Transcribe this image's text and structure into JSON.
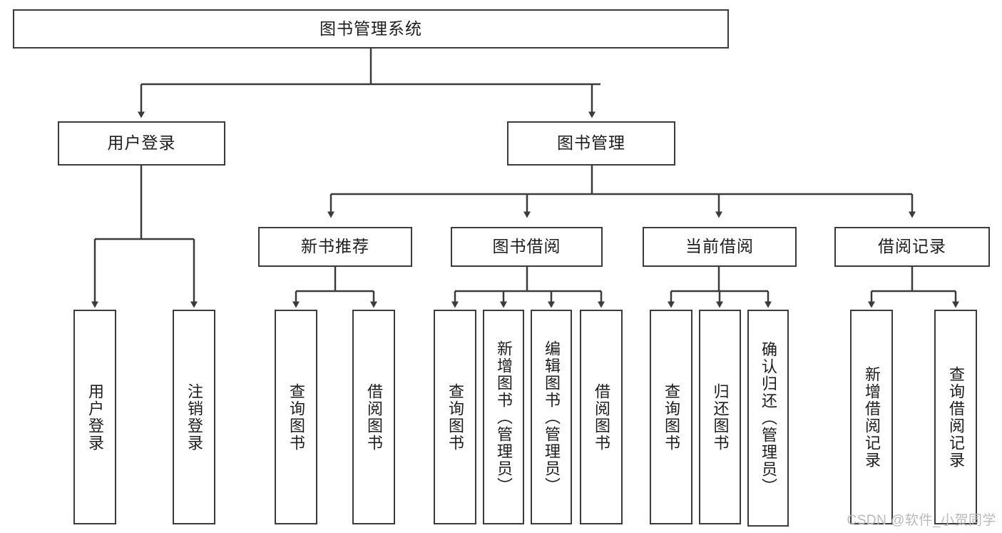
{
  "diagram": {
    "title": "图书管理系统",
    "type": "hierarchy-tree",
    "watermark": "CSDN @软件_小贺同学",
    "stroke_color": "#3b3b3b",
    "background_color": "#ffffff",
    "text_color": "#1d1d1d",
    "watermark_color": "#b9b9b9"
  },
  "nodes": {
    "root": {
      "label": "图书管理系统",
      "level": 1,
      "orientation": "horizontal"
    },
    "level2": [
      {
        "id": "user-login",
        "label": "用户登录",
        "orientation": "horizontal"
      },
      {
        "id": "book-management",
        "label": "图书管理",
        "orientation": "horizontal"
      }
    ],
    "level3": [
      {
        "id": "new-book-recommend",
        "label": "新书推荐",
        "orientation": "horizontal"
      },
      {
        "id": "book-borrow",
        "label": "图书借阅",
        "orientation": "horizontal"
      },
      {
        "id": "current-borrow",
        "label": "当前借阅",
        "orientation": "horizontal"
      },
      {
        "id": "borrow-record",
        "label": "借阅记录",
        "orientation": "horizontal"
      }
    ],
    "leaves": [
      {
        "id": "leaf-user-login",
        "label": "用户登录",
        "parent": "user-login",
        "orientation": "vertical"
      },
      {
        "id": "leaf-logout",
        "label": "注销登录",
        "parent": "user-login",
        "orientation": "vertical"
      },
      {
        "id": "leaf-query-book-1",
        "label": "查询图书",
        "parent": "new-book-recommend",
        "orientation": "vertical"
      },
      {
        "id": "leaf-borrow-book-1",
        "label": "借阅图书",
        "parent": "new-book-recommend",
        "orientation": "vertical"
      },
      {
        "id": "leaf-query-book-2",
        "label": "查询图书",
        "parent": "book-borrow",
        "orientation": "vertical"
      },
      {
        "id": "leaf-add-book",
        "label": "新增图书（管理员）",
        "parent": "book-borrow",
        "orientation": "vertical"
      },
      {
        "id": "leaf-edit-book",
        "label": "编辑图书（管理员）",
        "parent": "book-borrow",
        "orientation": "vertical"
      },
      {
        "id": "leaf-borrow-book-2",
        "label": "借阅图书",
        "parent": "book-borrow",
        "orientation": "vertical"
      },
      {
        "id": "leaf-query-book-3",
        "label": "查询图书",
        "parent": "current-borrow",
        "orientation": "vertical"
      },
      {
        "id": "leaf-return-book",
        "label": "归还图书",
        "parent": "current-borrow",
        "orientation": "vertical"
      },
      {
        "id": "leaf-confirm-return",
        "label": "确认归还（管理员）",
        "parent": "current-borrow",
        "orientation": "vertical"
      },
      {
        "id": "leaf-add-record",
        "label": "新增借阅记录",
        "parent": "borrow-record",
        "orientation": "vertical"
      },
      {
        "id": "leaf-query-record",
        "label": "查询借阅记录",
        "parent": "borrow-record",
        "orientation": "vertical"
      }
    ]
  }
}
